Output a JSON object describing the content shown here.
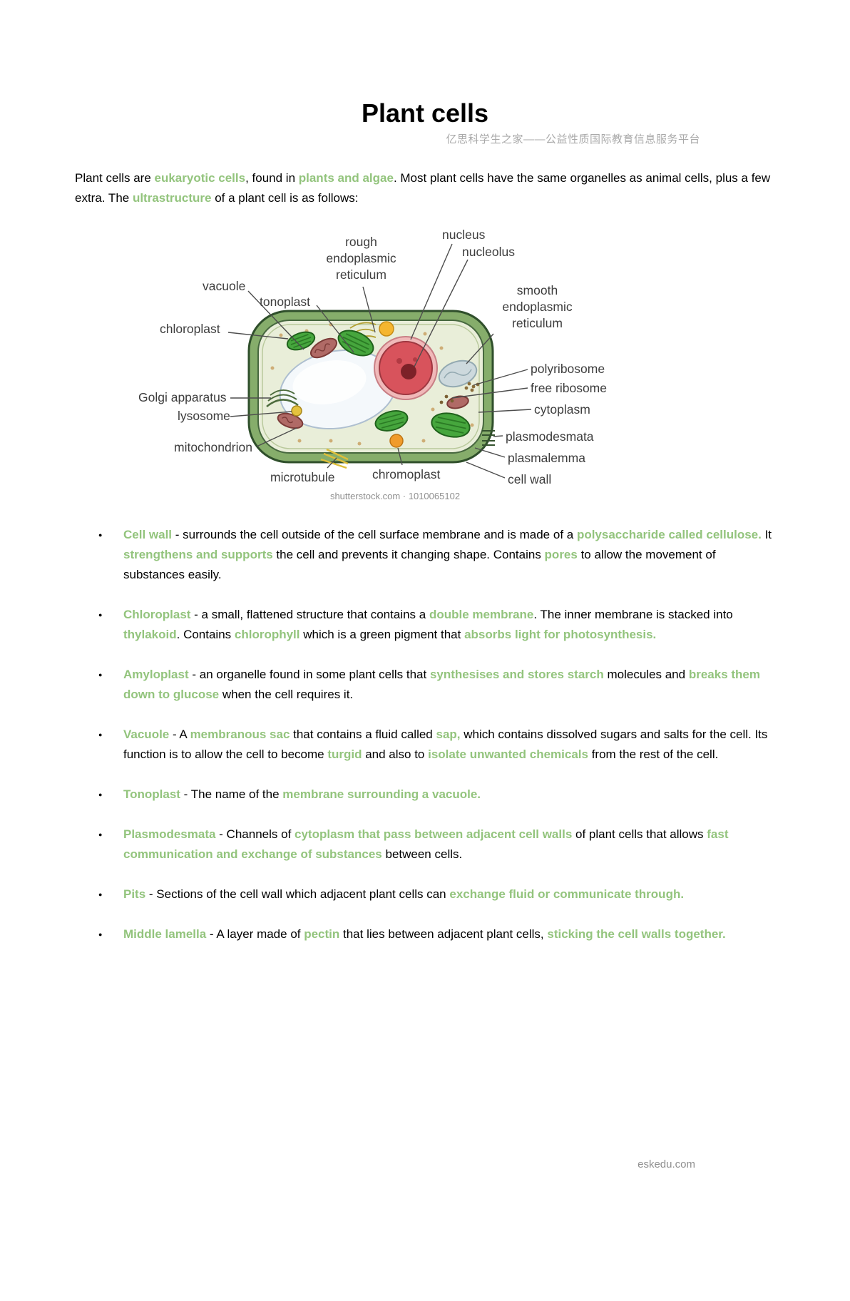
{
  "colors": {
    "accent": "#93c47d",
    "page_bg": "#ffffff"
  },
  "header": {
    "site_label": "亿思科学生之家——公益性质国际教育信息服务平台"
  },
  "title": "Plant cells",
  "intro": {
    "segments": [
      {
        "text": "Plant cells are "
      },
      {
        "text": "eukaryotic cells",
        "accent": true
      },
      {
        "text": ", found in "
      },
      {
        "text": "plants and algae",
        "accent": true
      },
      {
        "text": ". Most plant cells have the same organelles as animal cells, plus a few extra. The "
      },
      {
        "text": "ultrastructure",
        "accent": true
      },
      {
        "text": " of a plant cell is as follows:"
      }
    ]
  },
  "diagram": {
    "labels": {
      "rough_er": "rough endoplasmic reticulum",
      "nucleus": "nucleus",
      "nucleolus": "nucleolus",
      "vacuole": "vacuole",
      "tonoplast": "tonoplast",
      "chloroplast": "chloroplast",
      "smooth_er": "smooth endoplasmic reticulum",
      "polyribosome": "polyribosome",
      "free_ribosome": "free ribosome",
      "cytoplasm": "cytoplasm",
      "golgi_apparatus": "Golgi apparatus",
      "lysosome": "lysosome",
      "plasmodesmata": "plasmodesmata",
      "mitochondrion": "mitochondrion",
      "plasmalemma": "plasmalemma",
      "microtubule": "microtubule",
      "chromoplast": "chromoplast",
      "cell_wall": "cell wall"
    },
    "credit": "shutterstock.com · 1010065102"
  },
  "list": {
    "marker": "●"
  },
  "bullets": [
    {
      "segments": [
        {
          "text": "Cell wall",
          "accent": true
        },
        {
          "text": " - surrounds the cell outside of the cell surface membrane and is made of a "
        },
        {
          "text": "polysaccharide called cellulose.",
          "accent": true
        },
        {
          "text": " It "
        },
        {
          "text": "strengthens and supports",
          "accent": true
        },
        {
          "text": " the cell and prevents it changing shape. Contains "
        },
        {
          "text": "pores",
          "accent": true
        },
        {
          "text": " to allow the movement of substances easily."
        }
      ]
    },
    {
      "segments": [
        {
          "text": "Chloroplast",
          "accent": true
        },
        {
          "text": " - a small, flattened structure that contains a "
        },
        {
          "text": "double membrane",
          "accent": true
        },
        {
          "text": ". The inner membrane is stacked into "
        },
        {
          "text": "thylakoid",
          "accent": true
        },
        {
          "text": ". Contains "
        },
        {
          "text": "chlorophyll",
          "accent": true
        },
        {
          "text": " which is a green pigment that "
        },
        {
          "text": "absorbs light for photosynthesis.",
          "accent": true
        }
      ]
    },
    {
      "segments": [
        {
          "text": "Amyloplast",
          "accent": true
        },
        {
          "text": " - an organelle found in some plant cells that "
        },
        {
          "text": "synthesises and stores starch",
          "accent": true
        },
        {
          "text": " molecules and "
        },
        {
          "text": "breaks them down to glucose",
          "accent": true
        },
        {
          "text": " when the cell requires it."
        }
      ]
    },
    {
      "segments": [
        {
          "text": "Vacuole",
          "accent": true
        },
        {
          "text": " - A "
        },
        {
          "text": "membranous sac",
          "accent": true
        },
        {
          "text": " that contains a fluid called "
        },
        {
          "text": "sap,",
          "accent": true
        },
        {
          "text": " which contains dissolved sugars and salts for the cell. Its function is to allow the cell to become "
        },
        {
          "text": "turgid",
          "accent": true
        },
        {
          "text": " and also to "
        },
        {
          "text": "isolate unwanted chemicals",
          "accent": true
        },
        {
          "text": " from the rest of the cell."
        }
      ]
    },
    {
      "segments": [
        {
          "text": "Tonoplast",
          "accent": true
        },
        {
          "text": " - The name of the "
        },
        {
          "text": "membrane surrounding a vacuole.",
          "accent": true
        }
      ]
    },
    {
      "segments": [
        {
          "text": "Plasmodesmata",
          "accent": true
        },
        {
          "text": " - Channels of "
        },
        {
          "text": "cytoplasm that pass between adjacent cell walls",
          "accent": true
        },
        {
          "text": " of plant cells that allows "
        },
        {
          "text": "fast communication and exchange of substances",
          "accent": true
        },
        {
          "text": " between cells."
        }
      ]
    },
    {
      "segments": [
        {
          "text": "Pits",
          "accent": true
        },
        {
          "text": " - Sections of the cell wall which adjacent plant cells can "
        },
        {
          "text": "exchange fluid or communicate through.",
          "accent": true
        }
      ]
    },
    {
      "segments": [
        {
          "text": "Middle lamella",
          "accent": true
        },
        {
          "text": " - A layer made of "
        },
        {
          "text": "pectin",
          "accent": true
        },
        {
          "text": " that lies between adjacent plant cells, "
        },
        {
          "text": "sticking the cell walls together.",
          "accent": true
        }
      ]
    }
  ],
  "footer": {
    "site": "eskedu.com"
  }
}
